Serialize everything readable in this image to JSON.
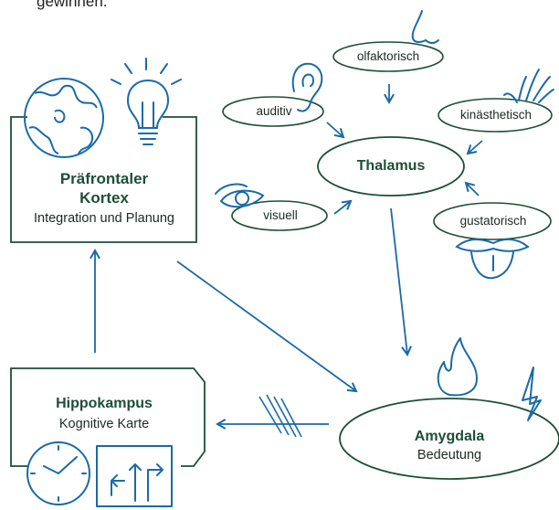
{
  "header_fragment": "gewinnen.",
  "colors": {
    "stroke_green": "#1c4f36",
    "arrow_blue": "#1a6aa8",
    "title_green": "#1c4f36",
    "text": "#1c2a22"
  },
  "nodes": {
    "praefrontal": {
      "title_line1": "Präfrontaler",
      "title_line2": "Kortex",
      "subtitle": "Integration und Planung"
    },
    "thalamus": {
      "label": "Thalamus"
    },
    "hippokampus": {
      "title": "Hippokampus",
      "subtitle": "Kognitive Karte"
    },
    "amygdala": {
      "title": "Amygdala",
      "subtitle": "Bedeutung"
    }
  },
  "senses": {
    "olfaktorisch": "olfaktorisch",
    "auditiv": "auditiv",
    "kinaesthetisch": "kinästhetisch",
    "visuell": "visuell",
    "gustatorisch": "gustatorisch"
  },
  "icons": [
    "globe-icon",
    "lightbulb-icon",
    "nose-icon",
    "ear-icon",
    "hand-icon",
    "eye-icon",
    "mouth-icon",
    "flame-icon",
    "lightning-icon",
    "clock-icon",
    "road-sign-icon"
  ]
}
